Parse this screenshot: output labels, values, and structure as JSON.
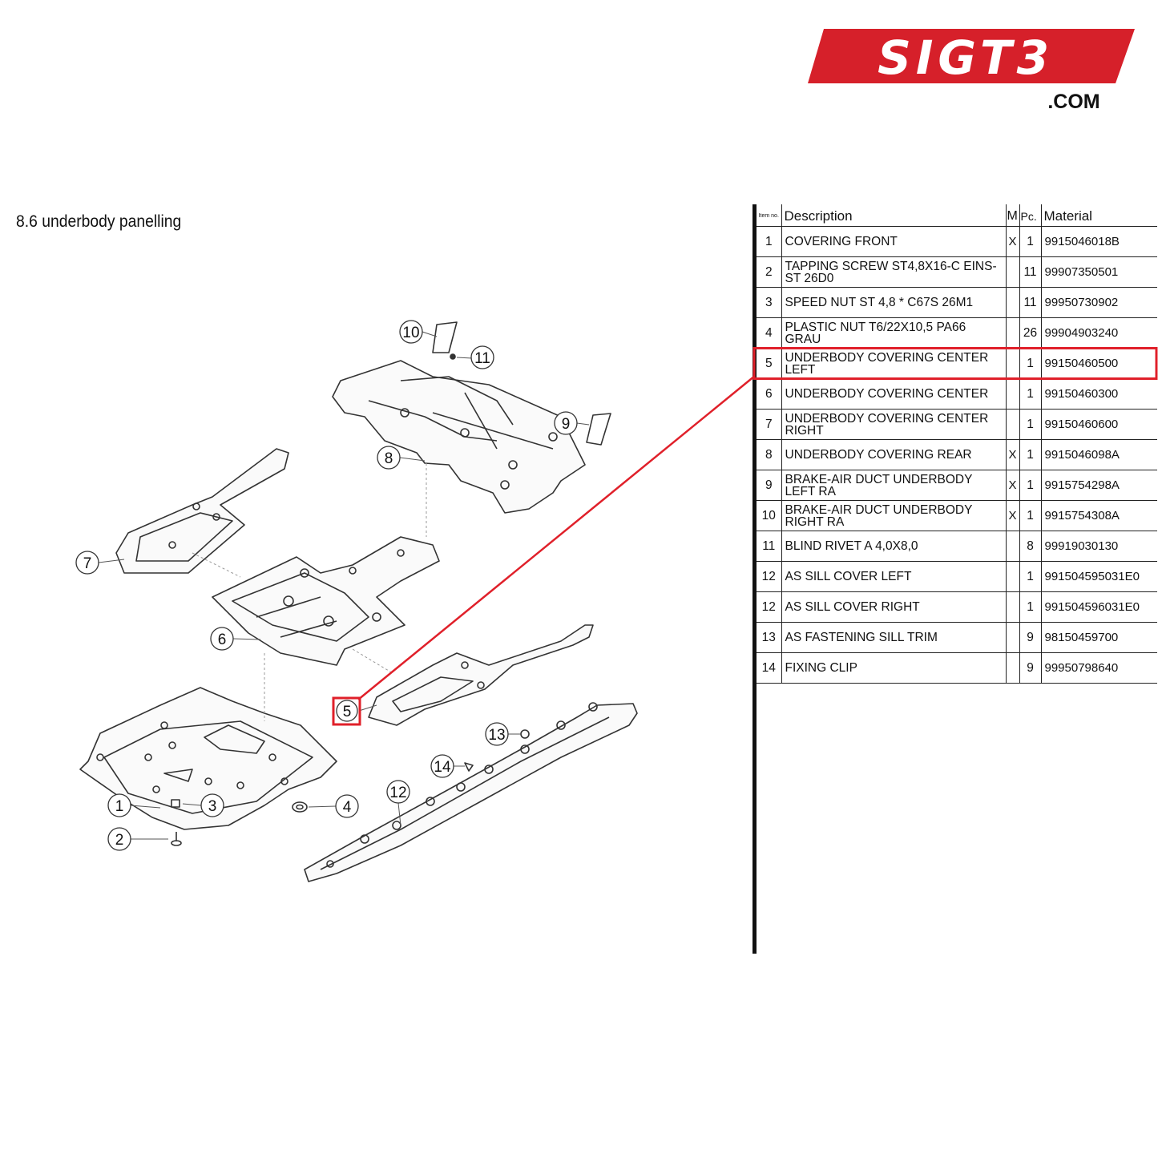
{
  "logo": {
    "text": "SIGT3",
    "domain": ".COM",
    "color": "#d6202a"
  },
  "title": "8.6  underbody panelling",
  "table": {
    "headers": {
      "item": "Item no.",
      "description": "Description",
      "m": "M",
      "pc": "Pc.",
      "material": "Material"
    },
    "rows": [
      {
        "item": "1",
        "desc1": "COVERING FRONT",
        "desc2": "",
        "m": "X",
        "pc": "1",
        "material": "9915046018B"
      },
      {
        "item": "2",
        "desc1": "TAPPING SCREW ST4,8X16-C EINS-",
        "desc2": "ST 26D0",
        "m": "",
        "pc": "11",
        "material": "99907350501"
      },
      {
        "item": "3",
        "desc1": "SPEED NUT ST 4,8 * C67S 26M1",
        "desc2": "",
        "m": "",
        "pc": "11",
        "material": "99950730902"
      },
      {
        "item": "4",
        "desc1": "PLASTIC NUT T6/22X10,5 PA66",
        "desc2": "GRAU",
        "m": "",
        "pc": "26",
        "material": "99904903240"
      },
      {
        "item": "5",
        "desc1": "UNDERBODY COVERING CENTER",
        "desc2": "LEFT",
        "m": "",
        "pc": "1",
        "material": "99150460500"
      },
      {
        "item": "6",
        "desc1": "UNDERBODY COVERING CENTER",
        "desc2": "",
        "m": "",
        "pc": "1",
        "material": "99150460300"
      },
      {
        "item": "7",
        "desc1": "UNDERBODY COVERING CENTER",
        "desc2": "RIGHT",
        "m": "",
        "pc": "1",
        "material": "99150460600"
      },
      {
        "item": "8",
        "desc1": "UNDERBODY COVERING REAR",
        "desc2": "",
        "m": "X",
        "pc": "1",
        "material": "9915046098A"
      },
      {
        "item": "9",
        "desc1": "BRAKE-AIR DUCT UNDERBODY",
        "desc2": "LEFT RA",
        "m": "X",
        "pc": "1",
        "material": "9915754298A"
      },
      {
        "item": "10",
        "desc1": "BRAKE-AIR DUCT UNDERBODY",
        "desc2": "RIGHT RA",
        "m": "X",
        "pc": "1",
        "material": "9915754308A"
      },
      {
        "item": "11",
        "desc1": "BLIND RIVET A 4,0X8,0",
        "desc2": "",
        "m": "",
        "pc": "8",
        "material": "99919030130"
      },
      {
        "item": "12",
        "desc1": "AS SILL COVER LEFT",
        "desc2": "",
        "m": "",
        "pc": "1",
        "material": "991504595031E0"
      },
      {
        "item": "12",
        "desc1": "AS SILL COVER RIGHT",
        "desc2": "",
        "m": "",
        "pc": "1",
        "material": "991504596031E0"
      },
      {
        "item": "13",
        "desc1": "AS FASTENING SILL TRIM",
        "desc2": "",
        "m": "",
        "pc": "9",
        "material": "98150459700"
      },
      {
        "item": "14",
        "desc1": "FIXING CLIP",
        "desc2": "",
        "m": "",
        "pc": "9",
        "material": "99950798640"
      }
    ],
    "highlighted_item": "5"
  },
  "callouts": [
    "1",
    "2",
    "3",
    "4",
    "5",
    "6",
    "7",
    "8",
    "9",
    "10",
    "11",
    "12",
    "13",
    "14"
  ],
  "highlight_color": "#e0202a"
}
